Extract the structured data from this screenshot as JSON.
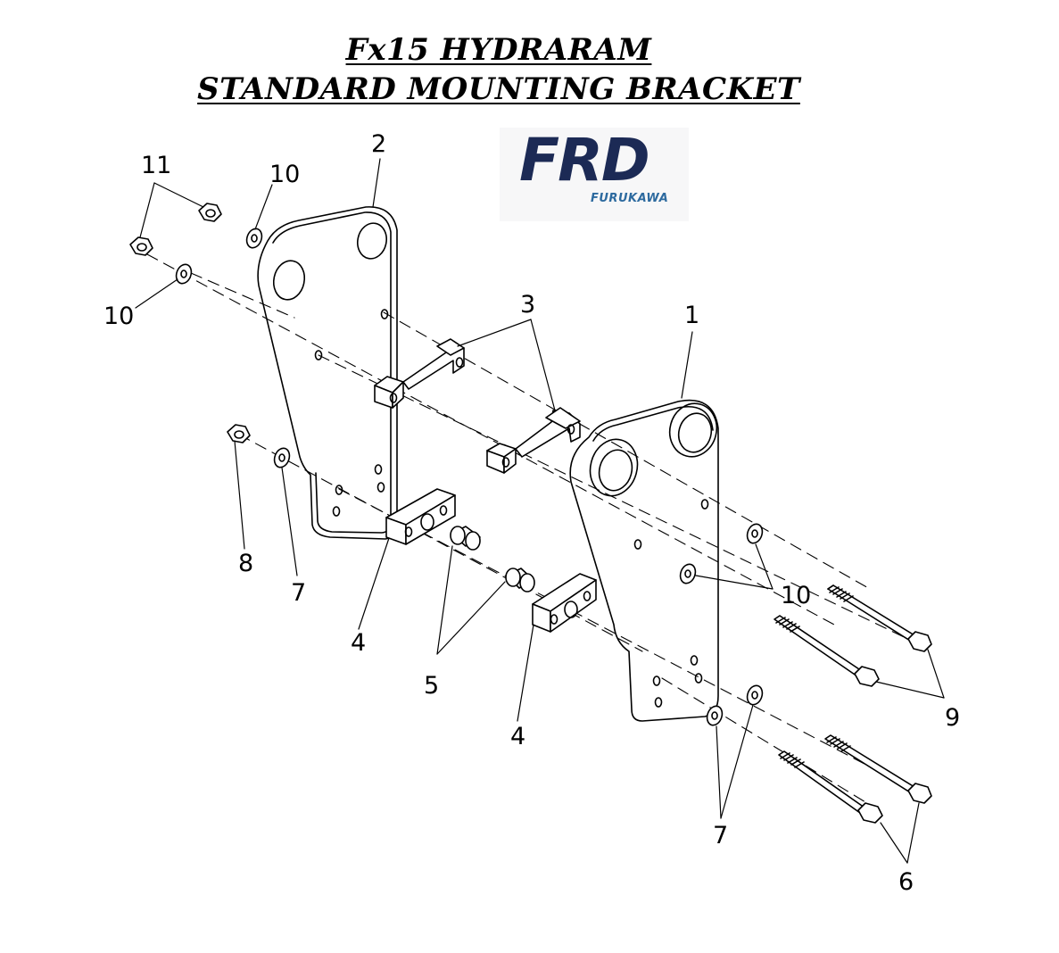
{
  "title": {
    "line1": "Fx15 HYDRARAM",
    "line2": "STANDARD MOUNTING BRACKET"
  },
  "logo": {
    "brand": "FRD",
    "sub": "FURUKAWA",
    "brand_color": "#1c2a55",
    "sub_color": "#2d6a9f"
  },
  "callouts": {
    "c11": "11",
    "c10a": "10",
    "c2": "2",
    "c10b": "10",
    "c3": "3",
    "c1": "1",
    "c8": "8",
    "c7a": "7",
    "c4a": "4",
    "c5": "5",
    "c10c": "10",
    "c4b": "4",
    "c9": "9",
    "c7b": "7",
    "c6": "6"
  }
}
